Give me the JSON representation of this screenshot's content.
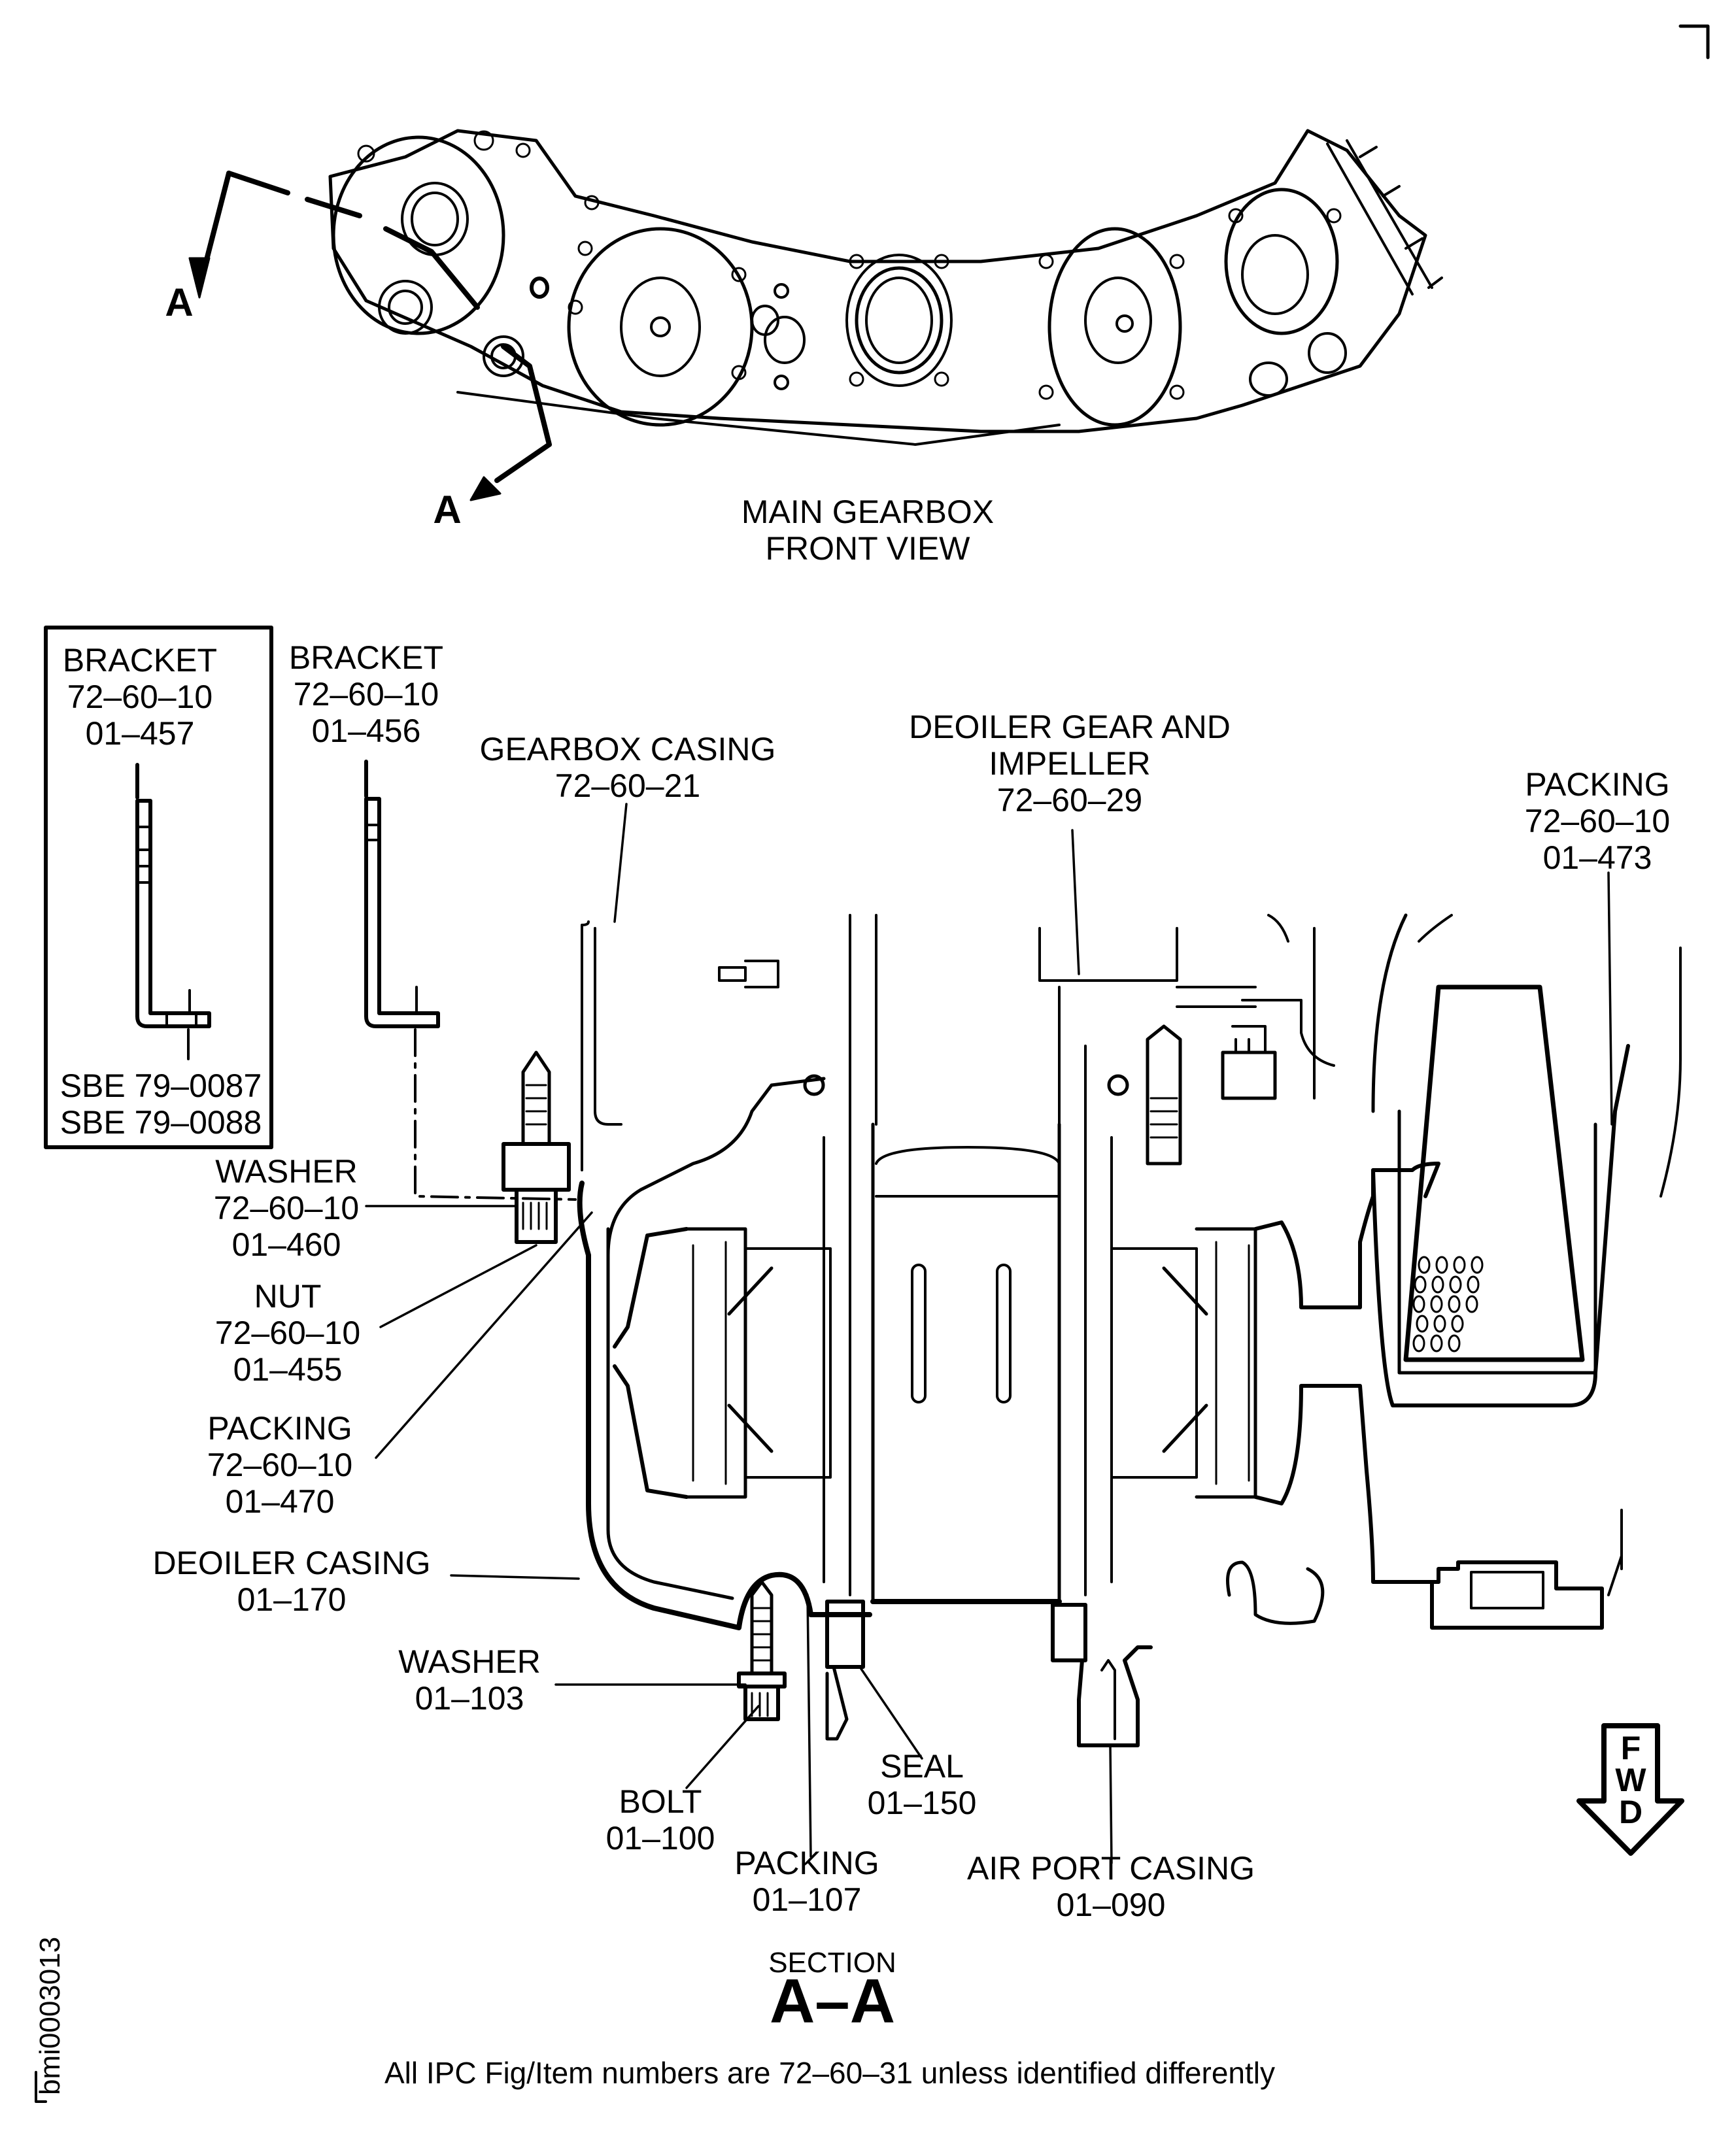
{
  "top_view": {
    "title_line1": "MAIN GEARBOX",
    "title_line2": "FRONT VIEW",
    "section_marker_top": "A",
    "section_marker_bottom": "A"
  },
  "callouts": {
    "bracket_457": {
      "name": "BRACKET",
      "ref": "72–60–10",
      "item": "01–457",
      "sbe": [
        "SBE 79–0087",
        "SBE 79–0088"
      ]
    },
    "bracket_456": {
      "name": "BRACKET",
      "ref": "72–60–10",
      "item": "01–456"
    },
    "gearbox_casing": {
      "name": "GEARBOX CASING",
      "ref": "72–60–21"
    },
    "deoiler_gear": {
      "name_line1": "DEOILER GEAR AND",
      "name_line2": "IMPELLER",
      "ref": "72–60–29"
    },
    "packing_473": {
      "name": "PACKING",
      "ref": "72–60–10",
      "item": "01–473"
    },
    "washer_460": {
      "name": "WASHER",
      "ref": "72–60–10",
      "item": "01–460"
    },
    "nut_455": {
      "name": "NUT",
      "ref": "72–60–10",
      "item": "01–455"
    },
    "packing_470": {
      "name": "PACKING",
      "ref": "72–60–10",
      "item": "01–470"
    },
    "deoiler_casing": {
      "name": "DEOILER CASING",
      "item": "01–170"
    },
    "washer_103": {
      "name": "WASHER",
      "item": "01–103"
    },
    "bolt_100": {
      "name": "BOLT",
      "item": "01–100"
    },
    "seal_150": {
      "name": "SEAL",
      "item": "01–150"
    },
    "packing_107": {
      "name": "PACKING",
      "item": "01–107"
    },
    "air_port_casing": {
      "name": "AIR PORT CASING",
      "item": "01–090"
    }
  },
  "section": {
    "label": "SECTION",
    "id": "A–A"
  },
  "fwd_arrow": {
    "letters": [
      "F",
      "W",
      "D"
    ]
  },
  "footer_note": "All IPC Fig/Item numbers are 72–60–31 unless identified differently",
  "figure_code": "bmi0003013"
}
